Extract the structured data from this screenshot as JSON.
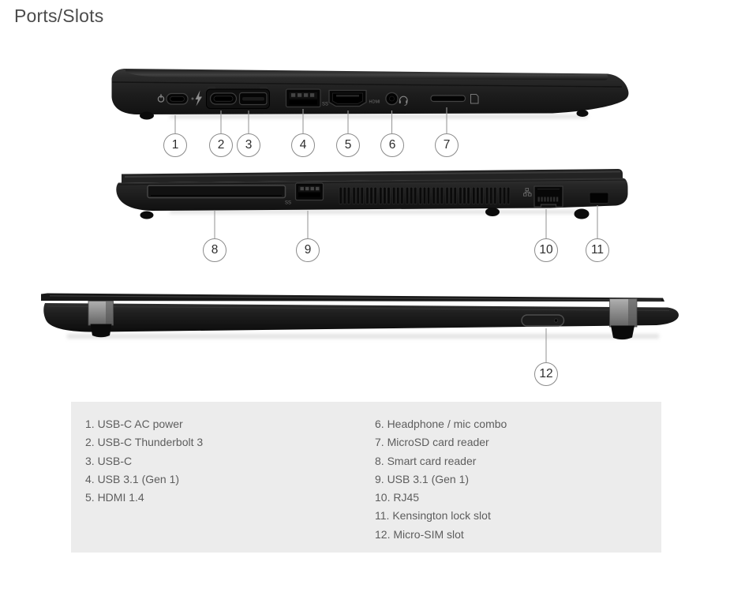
{
  "page": {
    "title": "Ports/Slots"
  },
  "callouts": [
    "1",
    "2",
    "3",
    "4",
    "5",
    "6",
    "7",
    "8",
    "9",
    "10",
    "11",
    "12"
  ],
  "labels": {
    "usb_ss": "SS",
    "hdmi": "HDMI"
  },
  "icons": [
    "power-icon",
    "thunderbolt-icon",
    "usb-ss-icon",
    "hdmi-label",
    "headset-icon",
    "microsd-card-icon",
    "ethernet-icon"
  ],
  "legend": {
    "items": [
      "1. USB-C AC power",
      "2. USB-C Thunderbolt 3",
      "3. USB-C",
      "4. USB 3.1 (Gen 1)",
      "5. HDMI 1.4",
      "6. Headphone / mic combo",
      "7. MicroSD card reader",
      "8. Smart card reader",
      "9. USB 3.1 (Gen 1)",
      "10. RJ45",
      "11. Kensington lock slot",
      "12. Micro-SIM slot"
    ]
  },
  "colors": {
    "background": "#ffffff",
    "legend_background": "#ececec",
    "legend_text": "#5d5d5d",
    "title_text": "#4b4b4b",
    "callout_border": "#8b8b8b",
    "laptop_body": "#1d1d1d",
    "hinge_silver": "#8d8d8d"
  }
}
